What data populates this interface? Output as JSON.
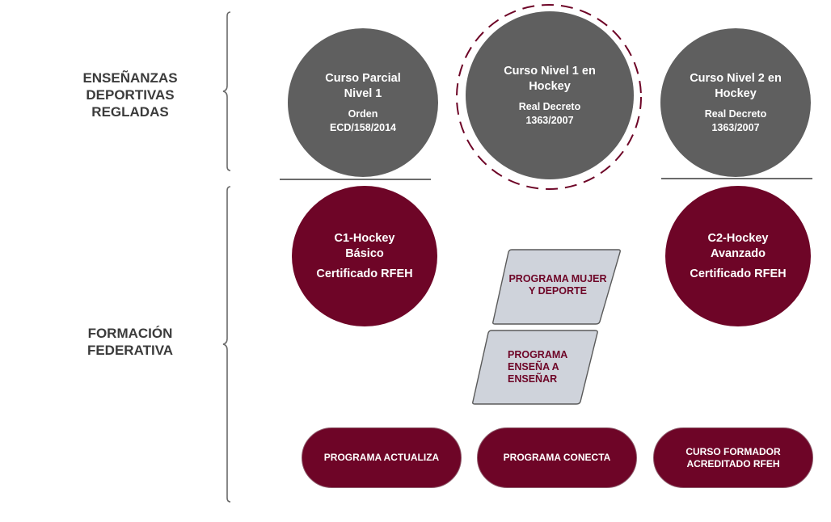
{
  "colors": {
    "gray_circle": "#5f5f5f",
    "wine": "#6e0527",
    "parallelogram_fill": "#cfd3db",
    "label_text": "#3b3b3b"
  },
  "sections": [
    {
      "id": "regladas",
      "label_lines": [
        "ENSEÑANZAS",
        "DEPORTIVAS",
        "REGLADAS"
      ]
    },
    {
      "id": "federativa",
      "label_lines": [
        "FORMACIÓN",
        "FEDERATIVA"
      ]
    }
  ],
  "regladas": {
    "courses": [
      {
        "title_lines": [
          "Curso Parcial",
          "Nivel 1"
        ],
        "sub_lines": [
          "Orden",
          "ECD/158/2014"
        ],
        "highlighted": false
      },
      {
        "title_lines": [
          "Curso Nivel 1 en",
          "Hockey"
        ],
        "sub_lines": [
          "Real Decreto",
          "1363/2007"
        ],
        "highlighted": true
      },
      {
        "title_lines": [
          "Curso Nivel 2 en",
          "Hockey"
        ],
        "sub_lines": [
          "Real Decreto",
          "1363/2007"
        ],
        "highlighted": false
      }
    ]
  },
  "federativa": {
    "certificates": [
      {
        "title_lines": [
          "C1-Hockey",
          "Básico"
        ],
        "sub": "Certificado RFEH"
      },
      {
        "title_lines": [
          "C2-Hockey",
          "Avanzado"
        ],
        "sub": "Certificado RFEH"
      }
    ],
    "programs": [
      {
        "lines": [
          "PROGRAMA MUJER",
          "Y DEPORTE"
        ]
      },
      {
        "lines": [
          "PROGRAMA",
          "ENSEÑA A",
          "ENSEÑAR"
        ]
      }
    ],
    "pills": [
      {
        "lines": [
          "PROGRAMA ACTUALIZA"
        ]
      },
      {
        "lines": [
          "PROGRAMA CONECTA"
        ]
      },
      {
        "lines": [
          "CURSO FORMADOR",
          "ACREDITADO RFEH"
        ]
      }
    ]
  }
}
